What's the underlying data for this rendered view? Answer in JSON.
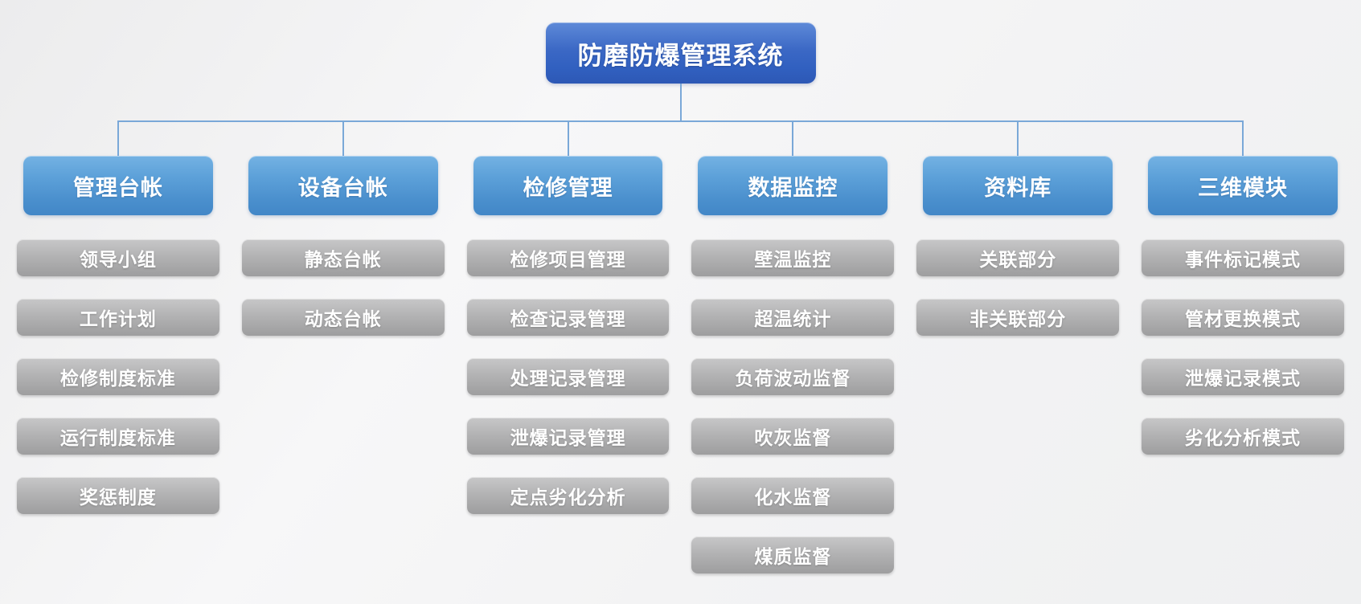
{
  "diagram": {
    "title": "防磨防爆管理系统",
    "colors": {
      "root_box": "#3b68c5",
      "branch_box": "#4f93cf",
      "leaf_box": "#a9a9a9",
      "connector": "#7aa8d8",
      "text": "#ffffff",
      "background": "#f3f3f4"
    },
    "root": {
      "label": "防磨防爆管理系统"
    },
    "branches": [
      {
        "label": "管理台帐",
        "children": [
          "领导小组",
          "工作计划",
          "检修制度标准",
          "运行制度标准",
          "奖惩制度"
        ]
      },
      {
        "label": "设备台帐",
        "children": [
          "静态台帐",
          "动态台帐"
        ]
      },
      {
        "label": "检修管理",
        "children": [
          "检修项目管理",
          "检查记录管理",
          "处理记录管理",
          "泄爆记录管理",
          "定点劣化分析"
        ]
      },
      {
        "label": "数据监控",
        "children": [
          "壁温监控",
          "超温统计",
          "负荷波动监督",
          "吹灰监督",
          "化水监督",
          "煤质监督"
        ]
      },
      {
        "label": "资料库",
        "children": [
          "关联部分",
          "非关联部分"
        ]
      },
      {
        "label": "三维模块",
        "children": [
          "事件标记模式",
          "管材更换模式",
          "泄爆记录模式",
          "劣化分析模式"
        ]
      }
    ]
  }
}
